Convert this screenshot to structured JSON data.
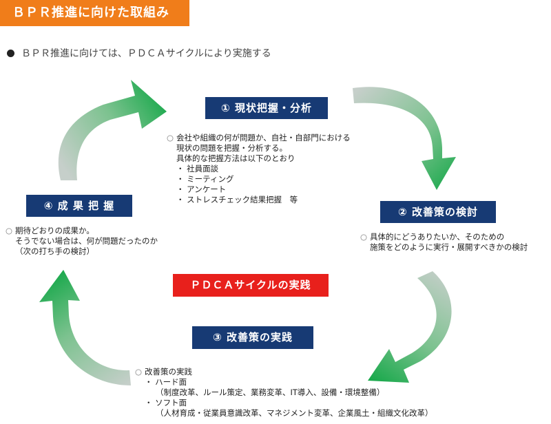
{
  "title": "ＢＰＲ推進に向けた取組み",
  "intro": "ＢＰＲ推進に向けては、ＰＤＣＡサイクルにより実施する",
  "center_label": "ＰＤＣＡサイクルの実践",
  "colors": {
    "title_bg": "#f07d1a",
    "step_bg": "#173a74",
    "center_bg": "#e8201c",
    "arrow_green": "#1faa4a"
  },
  "steps": [
    {
      "label": "① 現状把握・分析",
      "lines": [
        "会社や組織の何が問題か、自社・自部門における",
        "現状の問題を把握・分析する。",
        "具体的な把握方法は以下のとおり",
        "・ 社員面談",
        "・ ミーティング",
        "・ アンケート",
        "・ ストレスチェック結果把握　等"
      ]
    },
    {
      "label": "② 改善策の検討",
      "lines": [
        "具体的にどうありたいか、そのための",
        "施策をどのように実行・展開すべきかの検討"
      ]
    },
    {
      "label": "③ 改善策の実践",
      "lines": [
        "改善策の実践",
        "・ ハード面",
        "（制度改革、ルール策定、業務変革、IT導入、設備・環境整備）",
        "・ ソフト面",
        "（人材育成・従業員意識改革、マネジメント変革、企業風土・組織文化改革）"
      ]
    },
    {
      "label": "④ 成 果 把 握",
      "lines": [
        "期待どおりの成果か。",
        "そうでない場合は、何が問題だったのか",
        "（次の打ち手の検討）"
      ]
    }
  ]
}
